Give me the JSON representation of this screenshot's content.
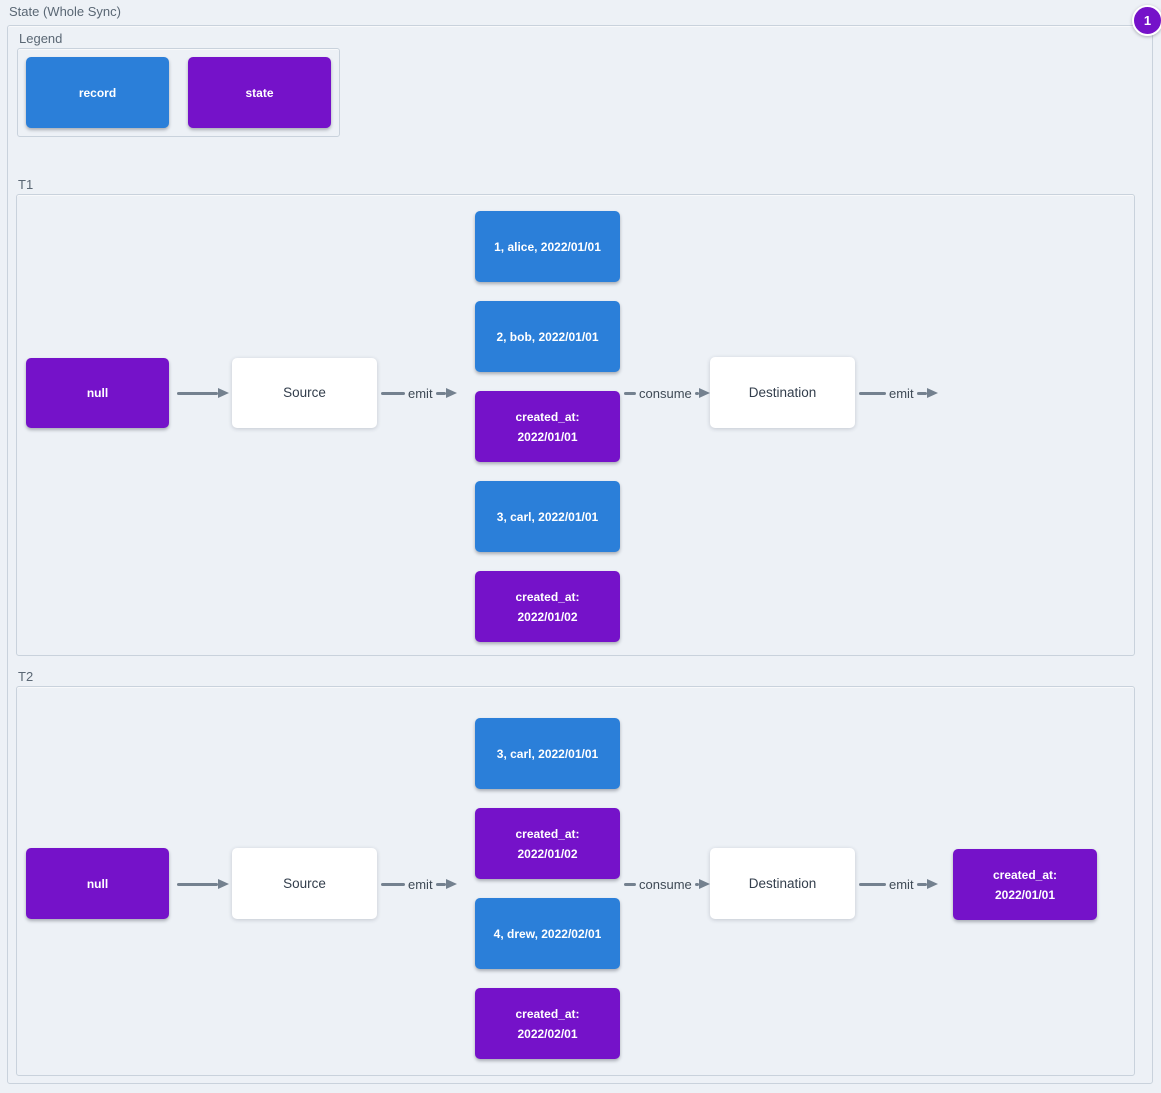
{
  "title": "State (Whole Sync)",
  "badge": "1",
  "colors": {
    "record": "#2b7fd9",
    "state": "#7512c9",
    "arrow": "#74818f",
    "background": "#edf1f6",
    "frame_border": "#c9d2dc"
  },
  "legend": {
    "label": "Legend",
    "items": [
      {
        "type": "record",
        "label": "record"
      },
      {
        "type": "state",
        "label": "state"
      }
    ]
  },
  "sections": [
    {
      "label": "T1",
      "input_state": "null",
      "source": "Source",
      "emit_label": "emit",
      "messages": [
        {
          "type": "record",
          "text": "1, alice, 2022/01/01"
        },
        {
          "type": "record",
          "text": "2, bob, 2022/01/01"
        },
        {
          "type": "state",
          "text": "created_at:\n2022/01/01"
        },
        {
          "type": "record",
          "text": "3, carl, 2022/01/01"
        },
        {
          "type": "state",
          "text": "created_at:\n2022/01/02"
        }
      ],
      "consume_label": "consume",
      "destination": "Destination",
      "emit_out_label": "emit"
    },
    {
      "label": "T2",
      "input_state": "null",
      "source": "Source",
      "emit_label": "emit",
      "messages": [
        {
          "type": "record",
          "text": "3, carl, 2022/01/01"
        },
        {
          "type": "state",
          "text": "created_at:\n2022/01/02"
        },
        {
          "type": "record",
          "text": "4, drew, 2022/02/01"
        },
        {
          "type": "state",
          "text": "created_at:\n2022/02/01"
        }
      ],
      "consume_label": "consume",
      "destination": "Destination",
      "emit_out_label": "emit",
      "output_state": "created_at:\n2022/01/01"
    }
  ]
}
